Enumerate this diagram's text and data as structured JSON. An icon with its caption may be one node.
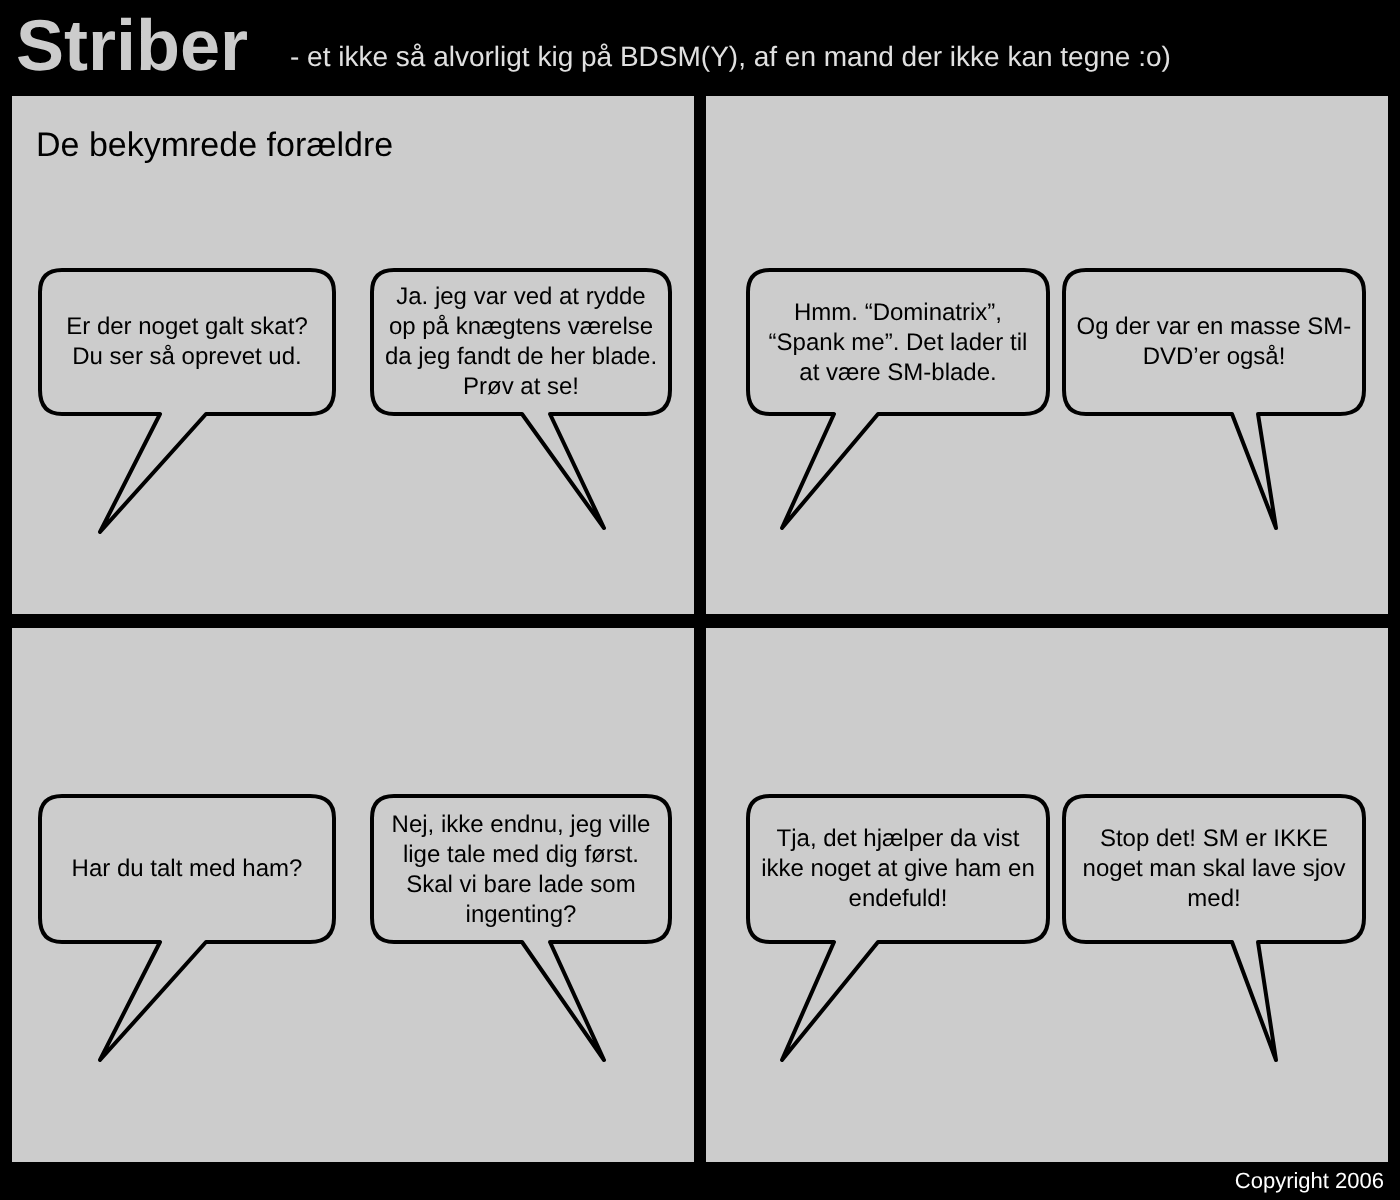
{
  "diagram": {
    "title": "Striber",
    "nodes": [
      {
        "text": [
          "De bekymrede forældre"
        ]
      },
      {
        "text": [
          "Er der noget galt skat? Du ser så oprevet ud."
        ],
        "in": 0
      },
      {
        "text": [
          "Ja. jeg var ved at rydde op på knægtens værelse da jeg fandt de her blade. Prøv at se!"
        ],
        "in": 0
      },
      {
        "text": [],
        "shape": "box"
      },
      {
        "text": [
          "Hmm. “Dominatrix”, “Spank me”. Det lader til at være SM-blade."
        ],
        "in": 3
      },
      {
        "text": [
          "Og der var en masse SM-DVD’er også!"
        ],
        "in": 3
      },
      {
        "text": [],
        "shape": "box"
      },
      {
        "text": [
          "Har du talt med ham?"
        ],
        "in": 6
      },
      {
        "text": [
          "Nej, ikke endnu, jeg ville lige tale med dig først. Skal vi bare lade som ingenting?"
        ],
        "in": 6
      },
      {
        "text": [],
        "shape": "box"
      },
      {
        "text": [
          "Tja, det hjælper da vist ikke noget at give ham en endefuld!"
        ],
        "in": 9
      },
      {
        "text": [
          "Stop det! SM er IKKE noget man skal lave sjov med!"
        ],
        "in": 9
      }
    ],
    "edges": [],
    "labels": [
      "- et ikke så alvorligt kig på BDSM(Y), af en mand der ikke kan tegne :o)",
      "Copyright 2006"
    ]
  }
}
